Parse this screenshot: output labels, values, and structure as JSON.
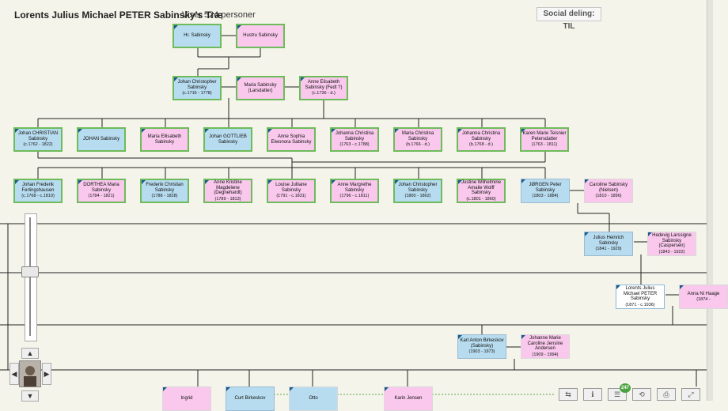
{
  "header": {
    "title": "Lorents Julius Michael  PETER Sabinsky's Træ",
    "count": "Viser 524 personer"
  },
  "social": {
    "label": "Social deling: TIL"
  },
  "persons": [
    {
      "id": "p1",
      "name": "Hr. Sabinsky",
      "dates": "",
      "sex": "m"
    },
    {
      "id": "p2",
      "name": "Hustru Sabinsky",
      "dates": "",
      "sex": "f"
    },
    {
      "id": "p3",
      "name": "Johan Christopher Sabinsky",
      "dates": "(c.1716 - 1778)",
      "sex": "m"
    },
    {
      "id": "p4",
      "name": "Maria Sabinsky (Larsdatter)",
      "dates": "",
      "sex": "f"
    },
    {
      "id": "p5",
      "name": "Anne Elisabeth Sabinsky (Fedt ?)",
      "dates": "(c.1736 - d.)",
      "sex": "f"
    },
    {
      "id": "g1",
      "name": "Johan CHRISTIAN Sabinsky",
      "dates": "(c.1762 - 1822)",
      "sex": "m"
    },
    {
      "id": "g2",
      "name": "JOHAN Sabinsky",
      "dates": "",
      "sex": "m"
    },
    {
      "id": "g3",
      "name": "Maria Ellisabeth Sabinsky",
      "dates": "",
      "sex": "f"
    },
    {
      "id": "g4",
      "name": "Johan GOTTLIEB Sabinsky",
      "dates": "",
      "sex": "m"
    },
    {
      "id": "g5",
      "name": "Anne Sophia Elwonora Sabinsky",
      "dates": "",
      "sex": "f"
    },
    {
      "id": "g6",
      "name": "Johanna Christina Sabinsky",
      "dates": "(1763 - c.1788)",
      "sex": "f"
    },
    {
      "id": "g7",
      "name": "Maria Christina Sabinsky",
      "dates": "(b.1766 - d.)",
      "sex": "f"
    },
    {
      "id": "g8",
      "name": "Johanna Christina Sabinsky",
      "dates": "(b.1768 - d.)",
      "sex": "f"
    },
    {
      "id": "g9",
      "name": "Karen Marie Teisnier Petersdatter",
      "dates": "(1763 - 1811)",
      "sex": "f"
    },
    {
      "id": "h1",
      "name": "Johan Frederik Ferlingshausen",
      "dates": "(c.1768 - c.1819)",
      "sex": "m"
    },
    {
      "id": "h2",
      "name": "DORTHEA Maria Sabinsky",
      "dates": "(1784 - 1821)",
      "sex": "f"
    },
    {
      "id": "h3",
      "name": "Frederik Christian Sabinsky",
      "dates": "(1788 - 1828)",
      "sex": "m"
    },
    {
      "id": "h4",
      "name": "Anne Kristine Magdelene (Degnehardt)",
      "dates": "(1789 - 1813)",
      "sex": "f"
    },
    {
      "id": "h5",
      "name": "Louise Julliane Sabinsky",
      "dates": "(1791 - c.1831)",
      "sex": "f"
    },
    {
      "id": "h6",
      "name": "Anne Margrethe Sabinsky",
      "dates": "(1796 - c.1811)",
      "sex": "f"
    },
    {
      "id": "h7",
      "name": "Johan Christopher Sabinsky",
      "dates": "(1800 - 1862)",
      "sex": "m"
    },
    {
      "id": "h8",
      "name": "Justine Wilhelmine Amalie Wolff Sabinsky",
      "dates": "(c.1801 - 1860)",
      "sex": "f"
    },
    {
      "id": "h9",
      "name": "JØRGEN Peter Sabinsky",
      "dates": "(1803 - 1884)",
      "sex": "m"
    },
    {
      "id": "h10",
      "name": "Caroline Sabinsky (Nielsen)",
      "dates": "(1810 - 1896)",
      "sex": "f"
    },
    {
      "id": "j1",
      "name": "Julius Heinrich Sabinsky",
      "dates": "(1841 - 1929)",
      "sex": "m"
    },
    {
      "id": "j2",
      "name": "Hedevig Larssigne Sabinsky (Caspersen)",
      "dates": "(1843 - 1922)",
      "sex": "f"
    },
    {
      "id": "k1",
      "name": "Lorents Julius Michael PETER Sabinsky",
      "dates": "(1871 - c.1936)",
      "sex": "focus"
    },
    {
      "id": "k2",
      "name": "Anna Ni Haage",
      "dates": "(1874 -",
      "sex": "f"
    },
    {
      "id": "l1",
      "name": "Karl Anton Birkeskov (Sabinsky)",
      "dates": "(1903 - 1973)",
      "sex": "m"
    },
    {
      "id": "l2",
      "name": "Johanne Marie Caroline Jensine Andersen",
      "dates": "(1909 - 1994)",
      "sex": "f"
    },
    {
      "id": "m1",
      "name": "Ingrid",
      "dates": "",
      "sex": "f"
    },
    {
      "id": "m2",
      "name": "Curt Birkeskov",
      "dates": "",
      "sex": "m"
    },
    {
      "id": "m3",
      "name": "Otto",
      "dates": "",
      "sex": "m"
    },
    {
      "id": "m4",
      "name": "Karin Jensen",
      "dates": "",
      "sex": "f"
    }
  ],
  "navigation": {
    "up": "▲",
    "down": "▼",
    "left": "◀",
    "right": "▶"
  },
  "toolbar": {
    "badge": "247"
  },
  "icons": [
    "tree-icon",
    "info-icon",
    "list-icon",
    "history-icon",
    "print-icon",
    "fullscreen-icon"
  ]
}
